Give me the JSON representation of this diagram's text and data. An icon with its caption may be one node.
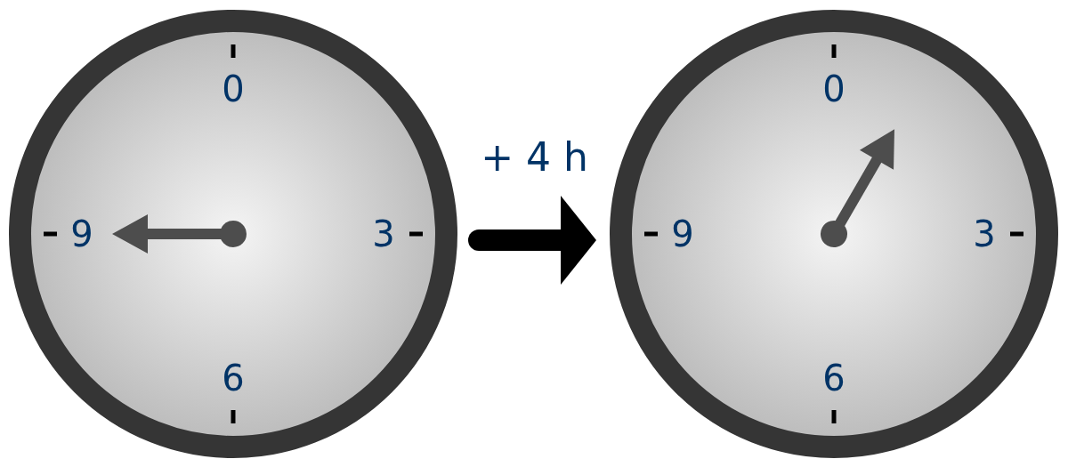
{
  "diagram": {
    "nodes": [
      {
        "text": [
          "0",
          "9",
          "3",
          "6"
        ]
      },
      {
        "text": [
          "0",
          "9",
          "3",
          "6"
        ]
      }
    ],
    "edges": [
      {
        "from": 0,
        "to": 1,
        "arrow": "to",
        "label": "+ 4 h"
      }
    ]
  }
}
